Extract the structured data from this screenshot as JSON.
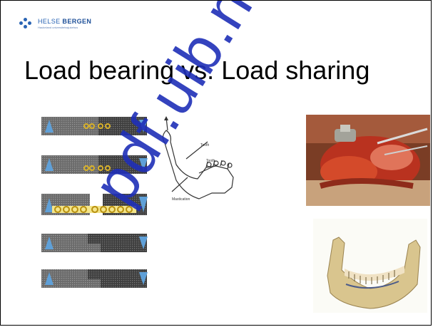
{
  "logo": {
    "name_light": "HELSE ",
    "name_bold": "BERGEN",
    "sub": "Haukeland universitetssjukehus"
  },
  "title": "Load bearing vs. Load sharing",
  "figures": {
    "plates": {
      "count": 5,
      "icon": "bone-plate-diagram"
    },
    "mandible_diagram": {
      "icon": "mandible-force-diagram",
      "labels": [
        "Tooth",
        "Tooth",
        "Mastication"
      ]
    },
    "surgery_photo": {
      "icon": "surgery-photo"
    },
    "skull_photo": {
      "icon": "mandible-skull-photo"
    }
  },
  "watermark": {
    "text": "pdf.uib.no",
    "color": "#1f2fb8"
  }
}
